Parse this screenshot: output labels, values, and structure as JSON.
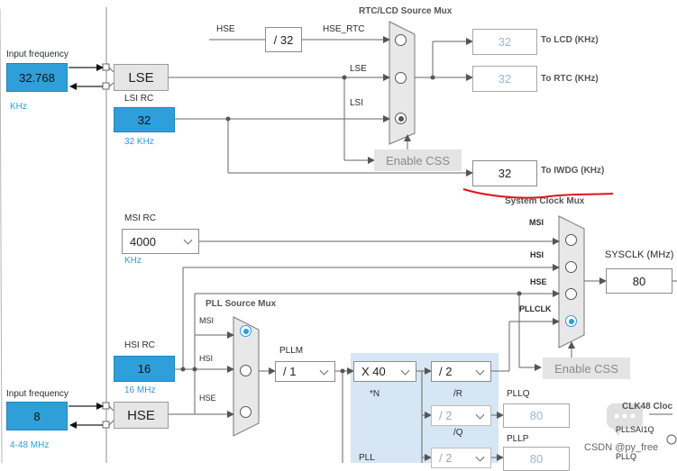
{
  "rtc_section": {
    "title": "RTC/LCD Source Mux",
    "hse_label": "HSE",
    "divider": "/ 32",
    "hse_rtc_label": "HSE_RTC",
    "lse_label": "LSE",
    "lsi_label": "LSI",
    "enable_css": "Enable CSS",
    "to_lcd_value": "32",
    "to_lcd_label": "To LCD (KHz)",
    "to_rtc_value": "32",
    "to_rtc_label": "To RTC (KHz)",
    "to_iwdg_value": "32",
    "to_iwdg_label": "To IWDG (KHz)"
  },
  "lse_input": {
    "freq_label": "Input frequency",
    "value": "32.768",
    "unit": "KHz",
    "block_label": "LSE"
  },
  "lsi_rc": {
    "label": "LSI RC",
    "value": "32",
    "unit": "32 KHz"
  },
  "msi_rc": {
    "label": "MSI RC",
    "value": "4000",
    "unit": "KHz"
  },
  "system_clock_mux": {
    "title": "System Clock Mux",
    "inputs": [
      "MSI",
      "HSI",
      "HSE",
      "PLLCLK"
    ],
    "selected": "PLLCLK",
    "sysclk_label": "SYSCLK (MHz)",
    "sysclk_value": "80",
    "enable_css": "Enable CSS"
  },
  "pll_source_mux": {
    "title": "PLL Source Mux",
    "inputs": [
      "MSI",
      "HSI",
      "HSE"
    ],
    "selected": "MSI"
  },
  "hsi_rc": {
    "label": "HSI RC",
    "value": "16",
    "unit": "16 MHz"
  },
  "hse_input": {
    "freq_label": "Input frequency",
    "value": "8",
    "unit": "4-48 MHz",
    "block_label": "HSE"
  },
  "pll": {
    "pllm_label": "PLLM",
    "pllm_value": "/ 1",
    "n_value": "X 40",
    "n_label": "*N",
    "r_value": "/ 2",
    "r_label": "/R",
    "q_value": "/ 2",
    "q_label": "/Q",
    "p_value": "/ 2",
    "pllq_label": "PLLQ",
    "pllq_value": "80",
    "pllp_label": "PLLP",
    "pllp_value": "80",
    "pll_label": "PLL"
  },
  "clk48": {
    "title": "CLK48 Cloc",
    "pllsai1q": "PLLSAI1Q",
    "pllq": "PLLQ"
  },
  "watermark": "CSDN @py_free",
  "colors": {
    "accent_blue": "#2f9fd9",
    "pll_bg": "#d6e6f4",
    "annotation_red": "#e0141e"
  }
}
